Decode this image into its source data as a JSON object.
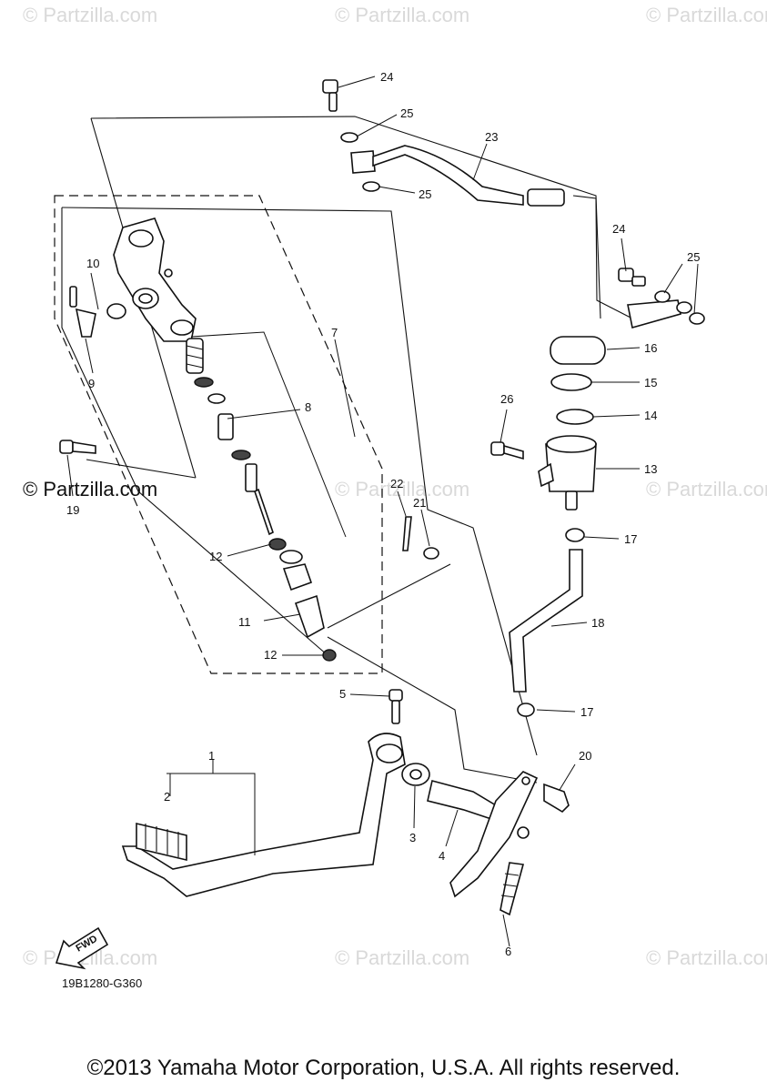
{
  "watermarks": {
    "tl": "© Partzilla.com",
    "tc": "© Partzilla.com",
    "tr": "© Partzilla.com",
    "ml": "© Partzilla.com",
    "mc": "© Partzilla.com",
    "mr": "© Partzilla.com",
    "bl": "© Partzilla.com",
    "bc": "© Partzilla.com",
    "br": "© Partzilla.com"
  },
  "callouts": {
    "p1": "1",
    "p2": "2",
    "p3": "3",
    "p4": "4",
    "p5": "5",
    "p6": "6",
    "p7": "7",
    "p8": "8",
    "p9": "9",
    "p10": "10",
    "p11": "11",
    "p12a": "12",
    "p12b": "12",
    "p13": "13",
    "p14": "14",
    "p15": "15",
    "p16": "16",
    "p17a": "17",
    "p17b": "17",
    "p18": "18",
    "p19": "19",
    "p20": "20",
    "p21": "21",
    "p22": "22",
    "p23": "23",
    "p24a": "24",
    "p24b": "24",
    "p25a": "25",
    "p25b": "25",
    "p25c": "25",
    "p26": "26"
  },
  "fwd_label": "FWD",
  "diagram_code": "19B1280-G360",
  "copyright": "©2013 Yamaha Motor Corporation, U.S.A. All rights reserved."
}
